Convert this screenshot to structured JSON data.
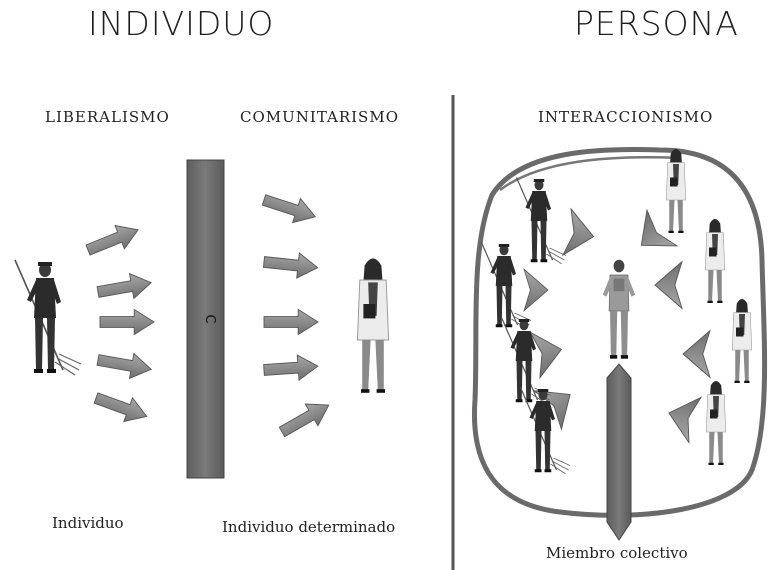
{
  "headings": {
    "left": "INDIVIDUO",
    "right": "PERSONA"
  },
  "subheadings": {
    "liberalism": "LIBERALISMO",
    "communitarianism": "COMUNITARISMO",
    "interactionism": "INTERACCIONISMO"
  },
  "captions": {
    "individual": "Individuo",
    "determined": "Individuo determinado",
    "collective": "Miembro colectivo"
  },
  "barrier_label": "C",
  "colors": {
    "arrow_fill": "#8a8a8a",
    "arrow_edge": "#4a4a4a",
    "barrier": "#6d6d6d",
    "divider": "#555555",
    "blob": "#6a6a6a",
    "figure_dark": "#2b2b2b",
    "figure_light": "#e8e8e8"
  },
  "icons": {
    "farmer": "farmer-with-pitchfork-figure",
    "doctor": "woman-in-white-coat-figure",
    "worker": "worker-in-overalls-figure"
  }
}
